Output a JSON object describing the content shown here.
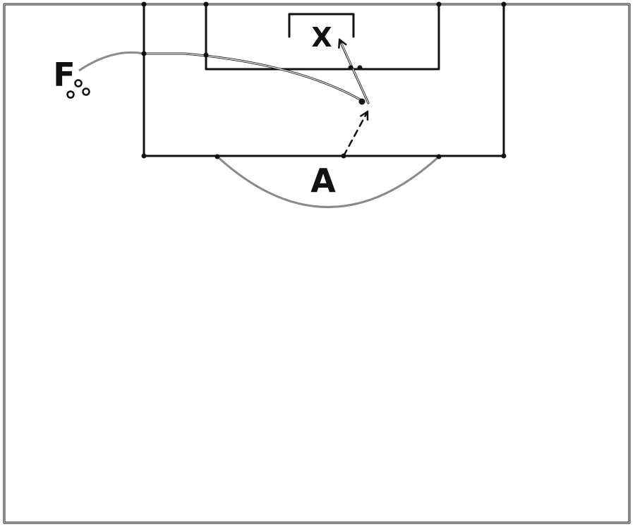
{
  "diagram": {
    "colors": {
      "line": "#111111",
      "background": "#ffffff",
      "arc": "#8a8a8a"
    },
    "labels": {
      "target": "X",
      "player_a": "A",
      "player_f": "F"
    },
    "icons": [
      "ball-group-icon"
    ]
  }
}
